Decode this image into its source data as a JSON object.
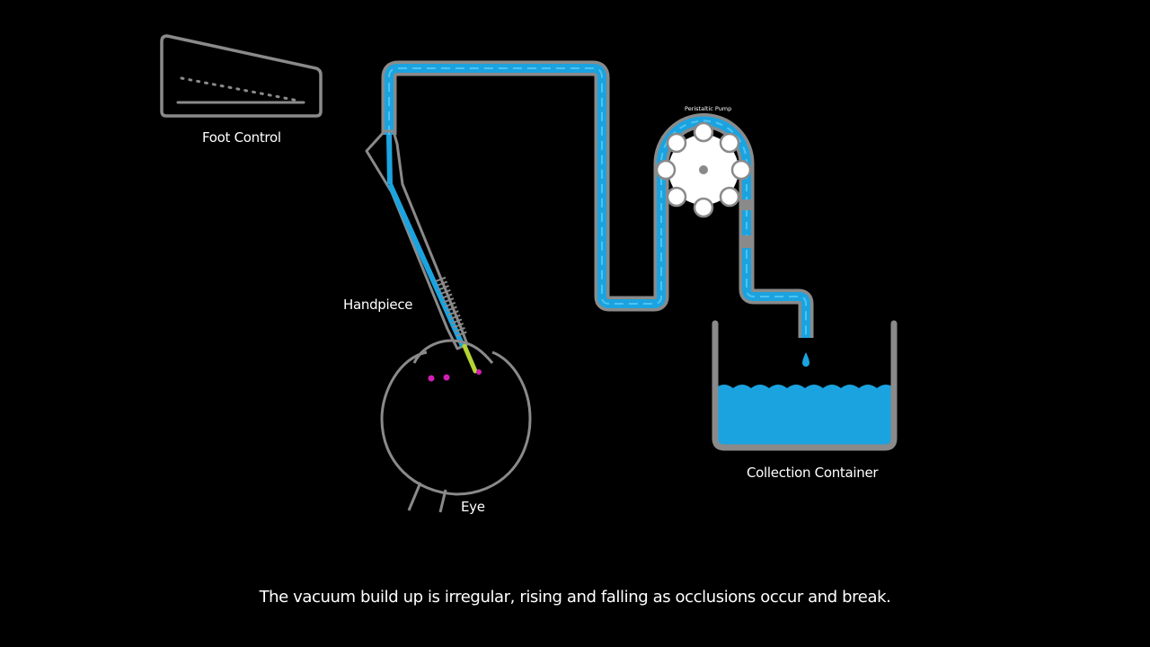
{
  "labels": {
    "foot_control": "Foot Control",
    "handpiece": "Handpiece",
    "pump": "Peristaltic Pump",
    "eye": "Eye",
    "container": "Collection Container"
  },
  "caption": "The vacuum build up is irregular, rising and falling as occlusions occur and break.",
  "colors": {
    "background": "#000000",
    "outline": "#8a8a8a",
    "fluid": "#1ba3e0",
    "fluid_light": "#4fc3f0",
    "tip": "#b5d334",
    "particles": "#d21fb4",
    "text": "#ffffff"
  },
  "icons": [
    "foot-pedal-icon",
    "handpiece-icon",
    "eye-icon",
    "pump-roller-icon",
    "container-icon"
  ]
}
